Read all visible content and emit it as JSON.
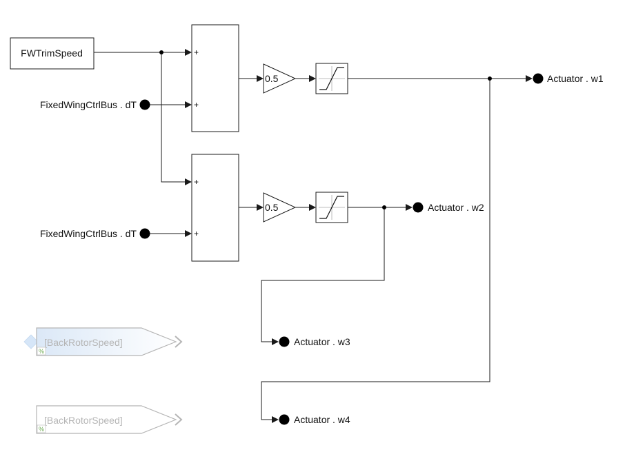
{
  "constant": {
    "label": "FWTrimSpeed"
  },
  "inports": [
    {
      "label": "FixedWingCtrlBus . dT"
    },
    {
      "label": "FixedWingCtrlBus . dT"
    }
  ],
  "sums": [
    {
      "signs": [
        "+",
        "+"
      ]
    },
    {
      "signs": [
        "+",
        "+"
      ]
    }
  ],
  "gains": [
    {
      "value": "0.5"
    },
    {
      "value": "0.5"
    }
  ],
  "outports": [
    {
      "label": "Actuator . w1"
    },
    {
      "label": "Actuator . w2"
    },
    {
      "label": "Actuator . w3"
    },
    {
      "label": "Actuator . w4"
    }
  ],
  "gotos": [
    {
      "label": "[BackRotorSpeed]",
      "badge": "%"
    },
    {
      "label": "[BackRotorSpeed]",
      "badge": "%"
    }
  ]
}
